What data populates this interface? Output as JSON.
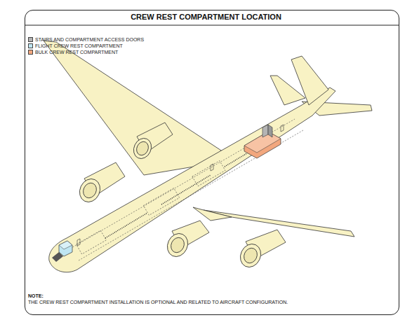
{
  "diagram": {
    "title": "CREW REST COMPARTMENT LOCATION",
    "labels": [
      "NOTE:",
      "THE CREW REST COMPARTMENT INSTALLATION IS OPTIONAL AND RELATED TO AIRCRAFT CONFIGURATION."
    ],
    "legend": [
      {
        "text": "STAIRS AND COMPARTMENT ACCESS DOORS",
        "color": "#b4b4b4"
      },
      {
        "text": "FLIGHT CREW REST COMPARTMENT",
        "color": "#bfe6f2"
      },
      {
        "text": "BULK CREW REST COMPARTMENT",
        "color": "#f2a77e"
      }
    ]
  }
}
